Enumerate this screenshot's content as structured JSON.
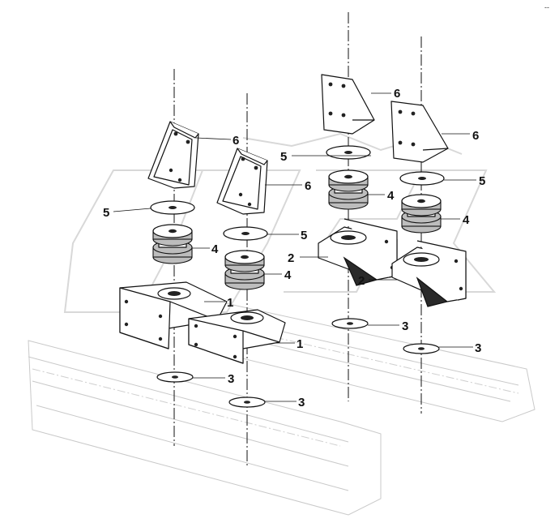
{
  "callouts": {
    "bracket_upper_a": "6",
    "bracket_upper_b": "6",
    "bracket_upper_c": "6",
    "bracket_upper_d": "6",
    "washer_top_a": "5",
    "washer_top_b": "5",
    "washer_top_c": "5",
    "washer_top_d": "5",
    "cushion_a": "4",
    "cushion_b": "4",
    "cushion_c": "4",
    "cushion_d": "4",
    "bracket_lower_a": "1",
    "bracket_lower_b": "1",
    "bracket_lower_c": "2",
    "bracket_lower_d": "2",
    "washer_bottom_a": "3",
    "washer_bottom_b": "3",
    "washer_bottom_c": "3",
    "washer_bottom_d": "3"
  },
  "corner_mark": "--"
}
